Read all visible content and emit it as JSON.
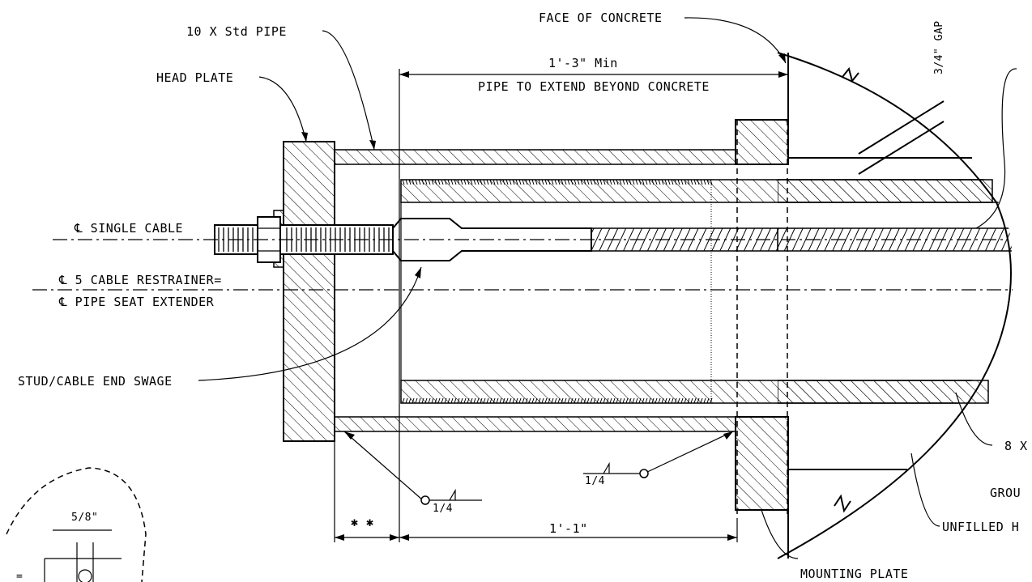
{
  "labels": {
    "pipe": "10 X Std  PIPE",
    "face_concrete": "FACE OF CONCRETE",
    "head_plate": "HEAD PLATE",
    "dim_top": "1'-3\" Min",
    "dim_top_note": "PIPE TO EXTEND BEYOND CONCRETE",
    "gap": "3/4\" GAP",
    "single_cable": "℄ SINGLE CABLE",
    "restrainer": "℄ 5 CABLE RESTRAINER=",
    "pipe_seat": "℄ PIPE SEAT EXTENDER",
    "stud_swage": "STUD/CABLE END SWAGE",
    "weld_left": "1/4",
    "weld_right": "1/4",
    "stars": "✱ ✱",
    "dim_bottom": "1'-1\"",
    "mounting_plate": "MOUNTING PLATE",
    "grout": "GROU",
    "unfilled": "UNFILLED H",
    "eight_x": "8 X",
    "detail_dim": "5/8\"",
    "detail_eq": "="
  }
}
